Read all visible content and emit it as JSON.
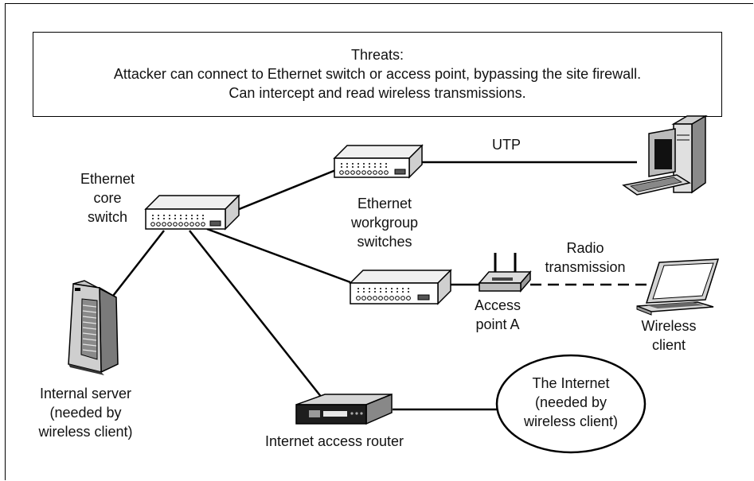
{
  "threats": {
    "title": "Threats:",
    "line1": "Attacker can connect to Ethernet switch or access point, bypassing the site firewall.",
    "line2": "Can intercept and read wireless transmissions."
  },
  "labels": {
    "core_switch": [
      "Ethernet",
      "core",
      "switch"
    ],
    "workgroup_switches": [
      "Ethernet",
      "workgroup",
      "switches"
    ],
    "utp": "UTP",
    "radio": [
      "Radio",
      "transmission"
    ],
    "access_point": [
      "Access",
      "point A"
    ],
    "wireless_client": [
      "Wireless",
      "client"
    ],
    "internal_server": [
      "Internal server",
      "(needed by",
      "wireless client)"
    ],
    "router": "Internet access router",
    "internet": [
      "The Internet",
      "(needed by",
      "wireless client)"
    ]
  }
}
